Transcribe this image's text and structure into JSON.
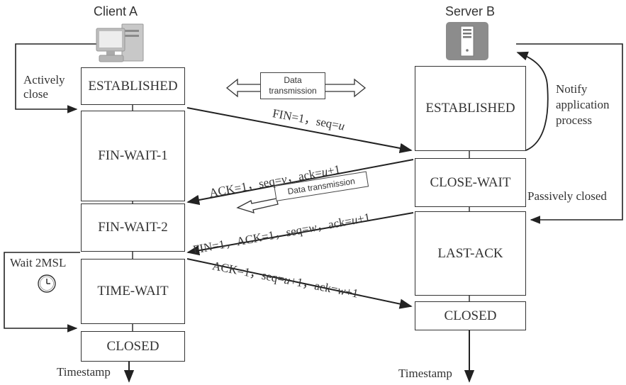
{
  "client": {
    "title": "Client A",
    "icon": "computer-icon",
    "states": [
      "ESTABLISHED",
      "FIN-WAIT-1",
      "FIN-WAIT-2",
      "TIME-WAIT",
      "CLOSED"
    ],
    "actively_close": [
      "Actively",
      "close"
    ],
    "wait_label": "Wait 2MSL",
    "wait_icon": "clock-icon",
    "timestamp": "Timestamp"
  },
  "server": {
    "title": "Server B",
    "icon": "server-icon",
    "states": [
      "ESTABLISHED",
      "CLOSE-WAIT",
      "LAST-ACK",
      "CLOSED"
    ],
    "notify": [
      "Notify",
      "application",
      "process"
    ],
    "passively_closed": "Passively closed",
    "timestamp": "Timestamp"
  },
  "data_transmission_1": [
    "Data",
    "transmission"
  ],
  "data_transmission_2": "Data transmission",
  "messages": {
    "m1": {
      "a": "FIN=1，seq=",
      "b": "u"
    },
    "m2": {
      "a": "ACK=1，seq=",
      "b": "v",
      "c": "，ack=",
      "d": "u",
      "e": "+1"
    },
    "m3": {
      "a": "FIN=1，ACK=1，seq=",
      "b": "w",
      "c": "，ack=",
      "d": "u",
      "e": "+1"
    },
    "m4": {
      "a": "ACK=1，seq=",
      "b": "u",
      "c": "+1，ack=",
      "d": "w",
      "e": "+1"
    }
  }
}
